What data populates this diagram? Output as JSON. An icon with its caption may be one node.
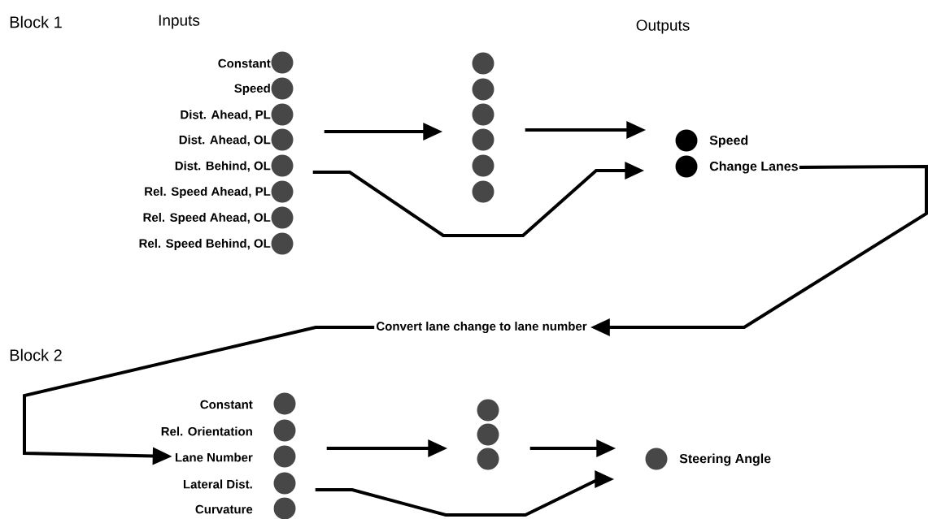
{
  "diagram": {
    "nodes": [
      {
        "text": [],
        "shape": "circle",
        "beside": [
          "Constant"
        ]
      },
      {
        "text": [],
        "shape": "circle",
        "beside": [
          "Speed"
        ]
      },
      {
        "text": [],
        "shape": "circle",
        "beside": [
          "Dist. Ahead, PL"
        ]
      },
      {
        "text": [],
        "shape": "circle",
        "beside": [
          "Dist. Ahead, OL"
        ]
      },
      {
        "text": [],
        "shape": "circle",
        "beside": [
          "Dist. Behind, OL"
        ]
      },
      {
        "text": [],
        "shape": "circle",
        "beside": [
          "Rel. Speed Ahead, PL"
        ]
      },
      {
        "text": [],
        "shape": "circle",
        "beside": [
          "Rel. Speed Ahead, OL"
        ]
      },
      {
        "text": [],
        "shape": "circle",
        "beside": [
          "Rel. Speed Behind, OL"
        ]
      },
      {
        "text": [],
        "shape": "circle"
      },
      {
        "text": [],
        "shape": "circle"
      },
      {
        "text": [],
        "shape": "circle"
      },
      {
        "text": [],
        "shape": "circle"
      },
      {
        "text": [],
        "shape": "circle"
      },
      {
        "text": [],
        "shape": "circle"
      },
      {
        "text": [],
        "shape": "circle",
        "beside": [
          "Speed"
        ]
      },
      {
        "text": [],
        "shape": "circle",
        "beside": [
          "Change Lanes"
        ]
      },
      {
        "text": [
          "Convert lane change to lane number"
        ]
      },
      {
        "text": [],
        "shape": "circle",
        "beside": [
          "Constant"
        ]
      },
      {
        "text": [],
        "shape": "circle",
        "beside": [
          "Rel. Orientation"
        ]
      },
      {
        "text": [],
        "shape": "circle",
        "beside": [
          "Lane Number"
        ]
      },
      {
        "text": [],
        "shape": "circle",
        "beside": [
          "Lateral Dist."
        ]
      },
      {
        "text": [],
        "shape": "circle",
        "beside": [
          "Curvature"
        ]
      },
      {
        "text": [],
        "shape": "circle"
      },
      {
        "text": [],
        "shape": "circle"
      },
      {
        "text": [],
        "shape": "circle"
      },
      {
        "text": [],
        "shape": "circle",
        "beside": [
          "Steering Angle"
        ]
      }
    ],
    "edges": [
      {
        "from": 3,
        "to": 11,
        "arrow": "to"
      },
      {
        "from": 11,
        "to": 14,
        "arrow": "to"
      },
      {
        "from": 4,
        "to": 15,
        "arrow": "to"
      },
      {
        "from": 15,
        "to": 16,
        "arrow": "to"
      },
      {
        "from": 16,
        "to": 19,
        "arrow": "to"
      },
      {
        "from": 19,
        "to": 23,
        "arrow": "to"
      },
      {
        "from": 23,
        "to": 25,
        "arrow": "to"
      },
      {
        "from": 20,
        "to": 25,
        "arrow": "to"
      }
    ],
    "labels": [
      "Block 1",
      "Inputs",
      "Outputs",
      "Block 2"
    ]
  }
}
